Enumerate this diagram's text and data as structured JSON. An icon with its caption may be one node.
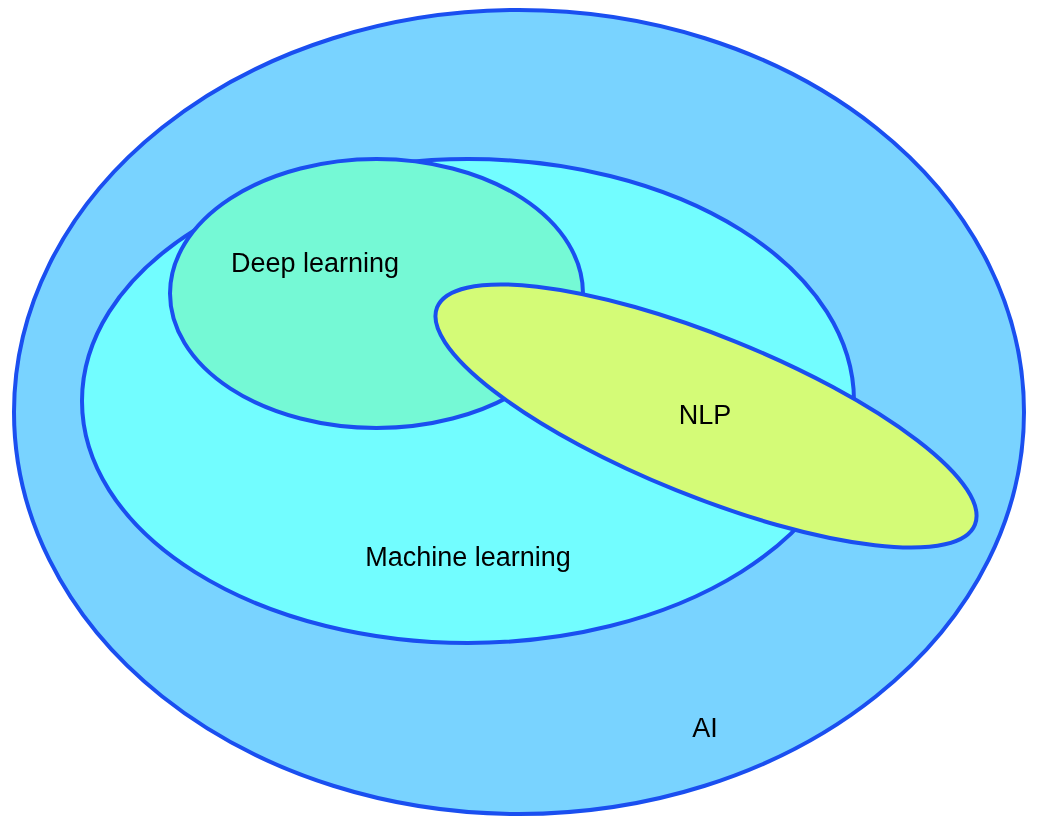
{
  "diagram": {
    "nodes": [
      {
        "text": [
          "AI"
        ]
      },
      {
        "text": [
          "Machine learning"
        ],
        "in": 0
      },
      {
        "text": [
          "Deep learning"
        ],
        "in": 1
      },
      {
        "text": [
          "NLP"
        ],
        "in": 0
      }
    ]
  }
}
